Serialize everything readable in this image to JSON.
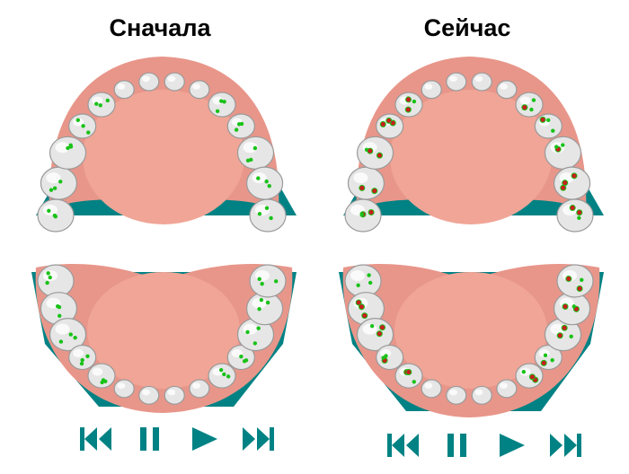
{
  "panels": [
    {
      "title": "Сначала",
      "marks": "green"
    },
    {
      "title": "Сейчас",
      "marks": "green-red"
    }
  ],
  "controls": [
    "rewind-to-start",
    "pause",
    "play",
    "skip-to-end"
  ],
  "colors": {
    "accent": "#008284",
    "gum": "#e8968a",
    "palate": "#f0a596",
    "tooth": "#e6e6e6",
    "contact_green": "#18c218",
    "contact_red": "#c81e1e"
  }
}
